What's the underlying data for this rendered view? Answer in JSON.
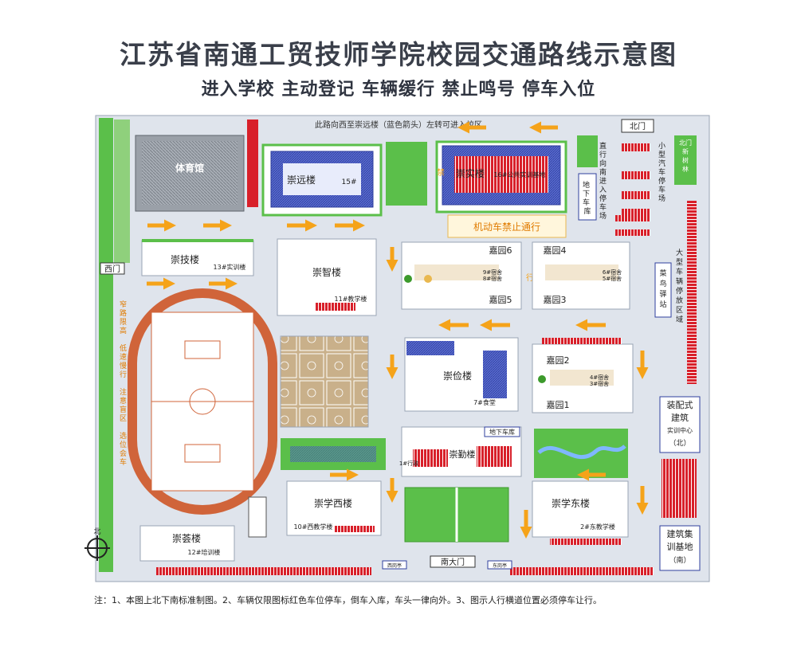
{
  "title": "江苏省南通工贸技师学院校园交通路线示意图",
  "subtitle": "进入学校 主动登记 车辆缓行 禁止鸣号 停车入位",
  "top_road_note": "此路向西至崇远楼（蓝色箭头）左转可进入校区",
  "gates": {
    "north": "北门",
    "west": "西门",
    "south": "南大门"
  },
  "buildings": {
    "gym": "体育馆",
    "chongyuan": "崇远楼",
    "chongyuan_no": "15#",
    "chongshi": "崇实楼",
    "chongshi_tag": "16#公共实训基地",
    "chongji": "崇技楼",
    "chongji_tag": "13#实训楼",
    "chongzhi": "崇智楼",
    "chongzhi_tag": "11#教学楼",
    "jiayuan6": "嘉园6",
    "jiayuan5": "嘉园5",
    "jiayuan4": "嘉园4",
    "jiayuan3": "嘉园3",
    "jiayuan2": "嘉园2",
    "jiayuan1": "嘉园1",
    "dorm_a1": "9#宿舍",
    "dorm_a2": "8#宿舍",
    "dorm_b1": "6#宿舍",
    "dorm_b2": "5#宿舍",
    "dorm_c1": "4#宿舍",
    "dorm_c2": "3#宿舍",
    "chongjian": "崇俭楼",
    "chongjian_tag": "7#食堂",
    "chongqin": "崇勤楼",
    "chongqin_tag": "1#行政",
    "chongxue_west": "崇学西楼",
    "chongxue_west_tag": "10#西教学楼",
    "chongxue_east": "崇学东楼",
    "chongxue_east_tag": "2#东教学楼",
    "chongcha": "崇荟楼",
    "chongcha_tag": "12#培训楼",
    "underground_garage": "地下车库",
    "cainiao": "菜鸟驿站",
    "assembly_line1": "装配式",
    "assembly_line2": "建筑",
    "assembly_line3": "实训中心",
    "assembly_line4": "（北）",
    "construction_line1": "建筑集",
    "construction_line2": "训基地",
    "construction_line3": "（南）"
  },
  "labels": {
    "no_motor": "机动车禁止通行",
    "straight_parking": "直行向南进入停车场",
    "small_car_parking": "小型汽车停车场",
    "north_forest": "北门新树林",
    "big_vehicle_parking": "大型车辆停放区域",
    "jin": "禁",
    "xing": "行",
    "west_road_warning": "窄路限高",
    "west_road_slow": "低速慢行",
    "west_road_blind": "注意盲区",
    "west_road_park": "选位会车",
    "guard_west": "西岗亭",
    "guard_east": "东岗亭",
    "compass": "北"
  },
  "note": "注：1、本图上北下南标准制图。2、车辆仅限图标红色车位停车，倒车入库，车头一律向外。3、图示人行横道位置必须停车让行。",
  "colors": {
    "road": "#dfe4ec",
    "road_edge": "#9aa4b4",
    "grass": "#5bbf4a",
    "grass_light": "#bfe6a8",
    "building": "#ffffff",
    "building_blue": "#3c4fb8",
    "parking_red": "#d8202a",
    "arrow_orange": "#f5a31a",
    "ground_gray": "#eef0f4"
  }
}
